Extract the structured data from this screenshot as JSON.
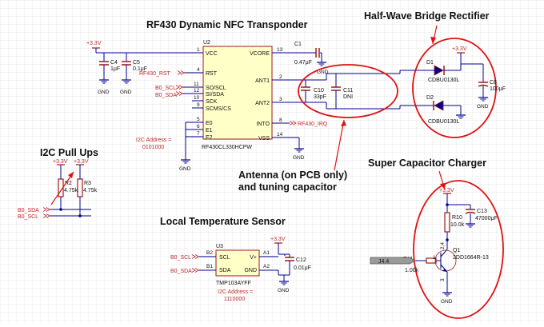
{
  "colors": {
    "wire": "#000090",
    "part": "#9a1a1a",
    "chip": "#ffffc8",
    "ellipse": "#e01010",
    "netlabel": "#c0282d",
    "grid": "#e3e3e3"
  },
  "headings": {
    "transponder": "RF430 Dynamic NFC Transponder",
    "rectifier": "Half-Wave Bridge Rectifier",
    "pullups": "I2C Pull Ups",
    "supercap": "Super Capacitor Charger",
    "temp": "Local Temperature Sensor",
    "antenna_line1": "Antenna (on PCB only)",
    "antenna_line2": "and tuning capacitor"
  },
  "power": {
    "vcc": "+3.3V",
    "gnd": "GND"
  },
  "u2": {
    "ref": "U2",
    "part": "RF430CL330HCPW",
    "left_pins": [
      {
        "num": "1",
        "name": "VCC"
      },
      {
        "num": "4",
        "name": "RST"
      },
      {
        "num": "11",
        "name": "SO/SCL"
      },
      {
        "num": "12",
        "name": "SI/SDA"
      },
      {
        "num": "10",
        "name": "SCK"
      },
      {
        "num": "9",
        "name": "SCMS/CS"
      },
      {
        "num": "5",
        "name": "E0"
      },
      {
        "num": "6",
        "name": "E1"
      },
      {
        "num": "7",
        "name": "E2"
      }
    ],
    "right_pins": [
      {
        "num": "13",
        "name": "VCORE"
      },
      {
        "num": "2",
        "name": "ANT1"
      },
      {
        "num": "3",
        "name": "ANT2"
      },
      {
        "num": "8",
        "name": "INTO"
      },
      {
        "num": "14",
        "name": "VSS"
      }
    ],
    "net_rst": "RF430_RST",
    "net_scl": "B0_SCL",
    "net_sda": "B0_SDA",
    "net_irq": "RF430_IRQ",
    "addr_label": "I2C Address =",
    "addr_value": "0101000"
  },
  "c4": {
    "ref": "C4",
    "value": "1μF"
  },
  "c5": {
    "ref": "C5",
    "value": "0.1μF"
  },
  "c1": {
    "ref": "C1",
    "value": "0.47μF"
  },
  "c10": {
    "ref": "C10",
    "value": "33pF"
  },
  "c11": {
    "ref": "C11",
    "value": "DNI"
  },
  "d1": {
    "ref": "D1",
    "part": "CDBU0130L"
  },
  "d2": {
    "ref": "D2",
    "part": "CDBU0130L"
  },
  "c8": {
    "ref": "C8",
    "value": "100μF"
  },
  "r2": {
    "ref": "R2",
    "value": "4.75k"
  },
  "r3": {
    "ref": "R3",
    "value": "4.75k"
  },
  "pullup_nets": {
    "sda": "B0_SDA",
    "scl": "B0_SCL"
  },
  "u3": {
    "ref": "U3",
    "part": "TMP103AYFF",
    "pin_b2": "B2",
    "pin_b1": "B1",
    "pin_a1": "A1",
    "pin_a2": "A2",
    "name_scl": "SCL",
    "name_sda": "SDA",
    "name_vplus": "V+",
    "name_gnd": "GND",
    "net_scl": "B0_SCL",
    "net_sda": "B0_SDA",
    "addr_label": "I2C Address =",
    "addr_value": "1110000"
  },
  "c12": {
    "ref": "C12",
    "value": "0.01μF"
  },
  "c13": {
    "ref": "C13",
    "value": "47000μF"
  },
  "r10": {
    "ref": "R10",
    "value": "10.0k"
  },
  "r11": {
    "ref": "R11",
    "value": "1.00k"
  },
  "q1": {
    "ref": "Q1",
    "part": "2DD1664R-13",
    "pin1": "1",
    "pin2": "2,4",
    "pin3": "3"
  },
  "j": {
    "label": "J4.4"
  }
}
